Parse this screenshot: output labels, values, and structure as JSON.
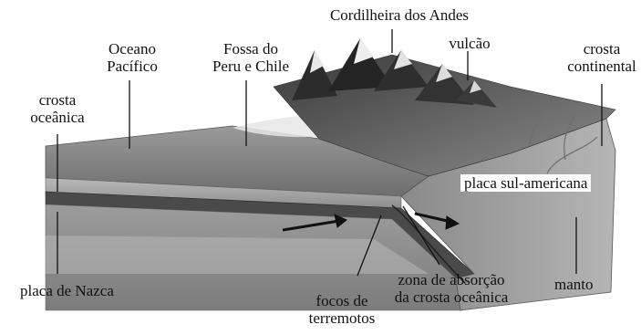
{
  "labels": {
    "cordilheira": "Cordilheira dos Andes",
    "oceano_1": "Oceano",
    "oceano_2": "Pacífico",
    "fossa_1": "Fossa do",
    "fossa_2": "Peru e Chile",
    "vulcao": "vulcão",
    "crosta_cont_1": "crosta",
    "crosta_cont_2": "continental",
    "crosta_oce_1": "crosta",
    "crosta_oce_2": "oceânica",
    "placa_sul": "placa sul-americana",
    "placa_nazca": "placa de Nazca",
    "focos_1": "focos de",
    "focos_2": "terremotos",
    "zona_1": "zona de absorção",
    "zona_2": "da crosta oceânica",
    "manto": "manto"
  }
}
